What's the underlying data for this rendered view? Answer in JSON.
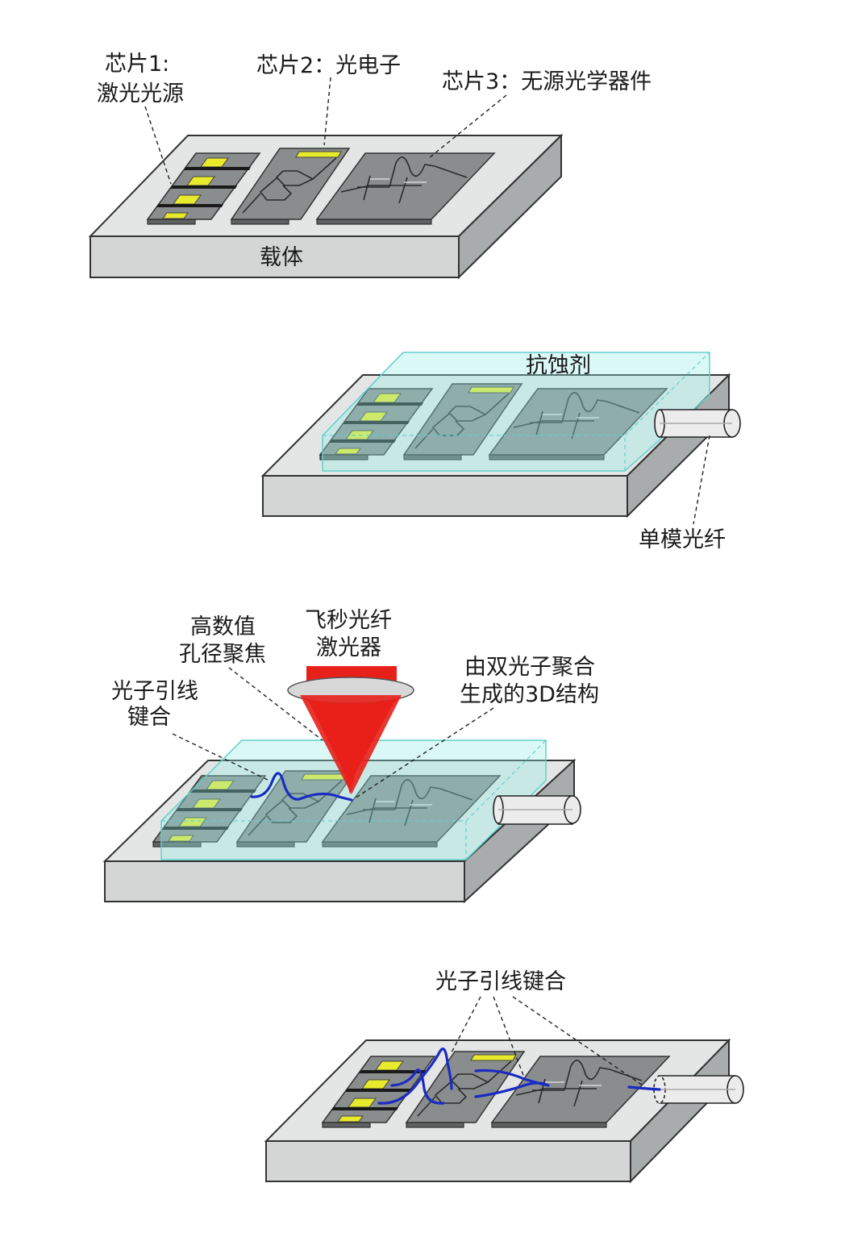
{
  "panel1": {
    "chip1_label_line1": "芯片1:",
    "chip1_label_line2": "激光光源",
    "chip2_label": "芯片2：光电子",
    "chip3_label": "芯片3：无源光学器件",
    "carrier_label": "载体"
  },
  "panel2": {
    "resist_label": "抗蚀剂",
    "fiber_label": "单模光纤"
  },
  "panel3": {
    "na_label_line1": "高数值",
    "na_label_line2": "孔径聚焦",
    "laser_label_line1": "飞秒光纤",
    "laser_label_line2": "激光器",
    "pwb_label_line1": "光子引线",
    "pwb_label_line2": "键合",
    "tpp_label_line1": "由双光子聚合",
    "tpp_label_line2": "生成的3D结构"
  },
  "panel4": {
    "pwb_label": "光子引线键合"
  },
  "colors": {
    "resist": "#96ebe6",
    "bond_wire": "#1a2bc2",
    "laser_beam": "#e8201a",
    "emitter": "#e8ea2c"
  }
}
